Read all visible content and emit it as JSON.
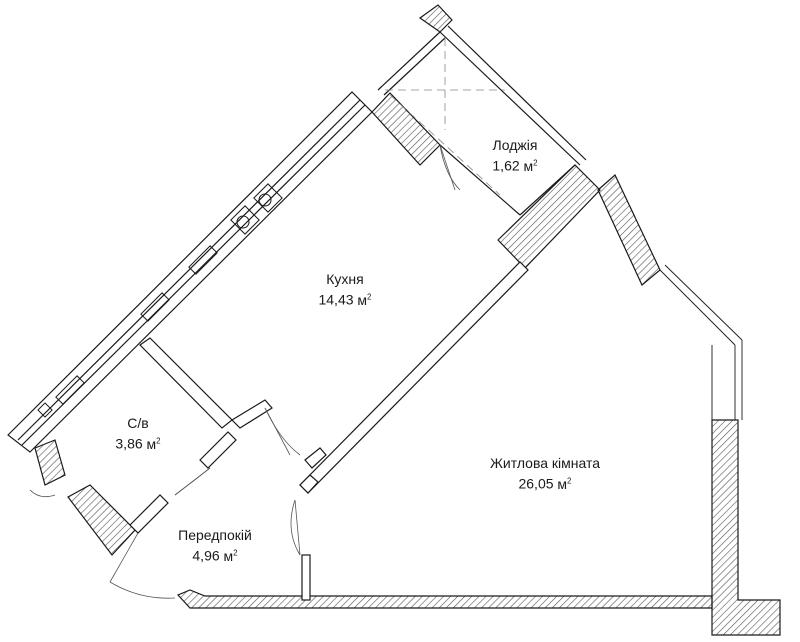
{
  "rooms": {
    "loggia": {
      "name": "Лоджія",
      "area": "1,62",
      "unit": "м",
      "unit_sup": "2"
    },
    "kitchen": {
      "name": "Кухня",
      "area": "14,43",
      "unit": "м",
      "unit_sup": "2"
    },
    "bathroom": {
      "name": "С/в",
      "area": "3,86",
      "unit": "м",
      "unit_sup": "2"
    },
    "living": {
      "name": "Житлова кімната",
      "area": "26,05",
      "unit": "м",
      "unit_sup": "2"
    },
    "hallway": {
      "name": "Передпокій",
      "area": "4,96",
      "unit": "м",
      "unit_sup": "2"
    }
  },
  "colors": {
    "wall": "#1a1a1a",
    "hatch": "#555555",
    "background": "#ffffff"
  }
}
